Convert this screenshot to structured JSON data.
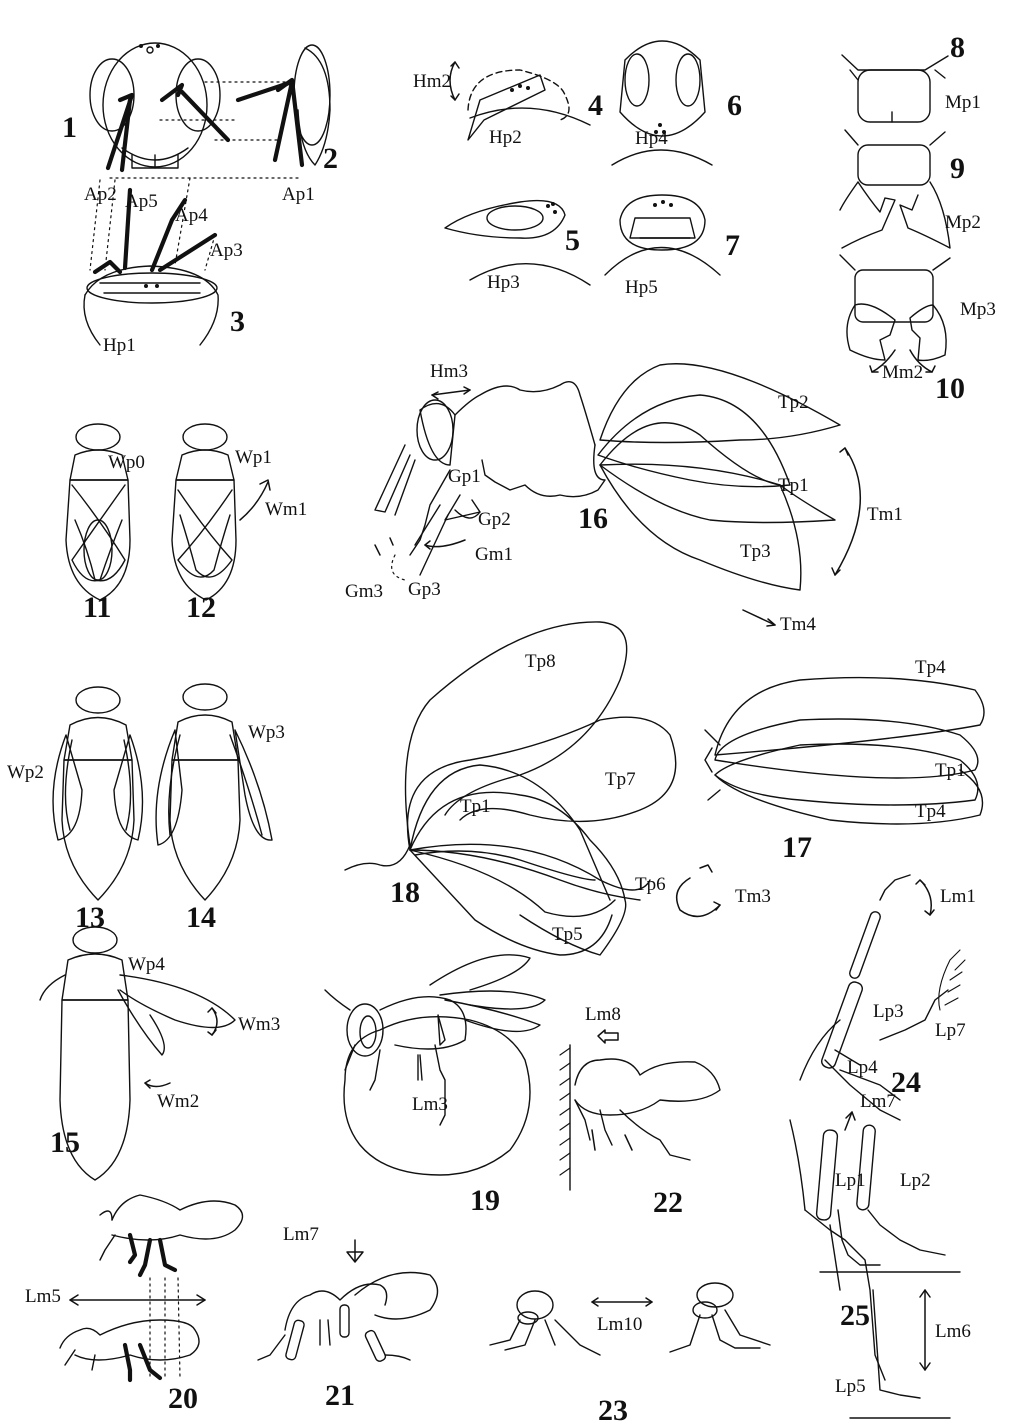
{
  "figure_numbers": [
    "1",
    "2",
    "3",
    "4",
    "5",
    "6",
    "7",
    "8",
    "9",
    "10",
    "11",
    "12",
    "13",
    "14",
    "15",
    "16",
    "17",
    "18",
    "19",
    "20",
    "21",
    "22",
    "23",
    "24",
    "25"
  ],
  "labels": {
    "Ap1": "Ap1",
    "Ap2": "Ap2",
    "Ap3": "Ap3",
    "Ap4": "Ap4",
    "Ap5": "Ap5",
    "Hp1": "Hp1",
    "Hp2": "Hp2",
    "Hp3": "Hp3",
    "Hp4": "Hp4",
    "Hp5": "Hp5",
    "Hm2": "Hm2",
    "Hm3": "Hm3",
    "Mp1": "Mp1",
    "Mp2": "Mp2",
    "Mp3": "Mp3",
    "Mm2": "Mm2",
    "Wp0": "Wp0",
    "Wp1": "Wp1",
    "Wp2": "Wp2",
    "Wp3": "Wp3",
    "Wp4": "Wp4",
    "Wm1": "Wm1",
    "Wm2": "Wm2",
    "Wm3": "Wm3",
    "Gp1": "Gp1",
    "Gp2": "Gp2",
    "Gp3": "Gp3",
    "Gm1": "Gm1",
    "Gm3": "Gm3",
    "Tp1": "Tp1",
    "Tp2": "Tp2",
    "Tp3": "Tp3",
    "Tp4": "Tp4",
    "Tp5": "Tp5",
    "Tp6": "Tp6",
    "Tp7": "Tp7",
    "Tp8": "Tp8",
    "Tm1": "Tm1",
    "Tm3": "Tm3",
    "Tm4": "Tm4",
    "Lm1": "Lm1",
    "Lm3": "Lm3",
    "Lm5": "Lm5",
    "Lm6": "Lm6",
    "Lm7": "Lm7",
    "Lm8": "Lm8",
    "Lm10": "Lm10",
    "Lp1": "Lp1",
    "Lp2": "Lp2",
    "Lp3": "Lp3",
    "Lp4": "Lp4",
    "Lp5": "Lp5",
    "Lp7": "Lp7"
  }
}
